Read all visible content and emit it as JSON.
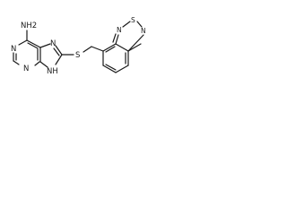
{
  "molecule": {
    "labels": {
      "nh2": "NH2",
      "n1": "N",
      "n3": "N",
      "n7": "N",
      "n9_nh": "NH",
      "s_thioether": "S",
      "n_thiadiazole_top": "N",
      "s_thiadiazole": "S",
      "n_thiadiazole_bottom": "N"
    }
  }
}
